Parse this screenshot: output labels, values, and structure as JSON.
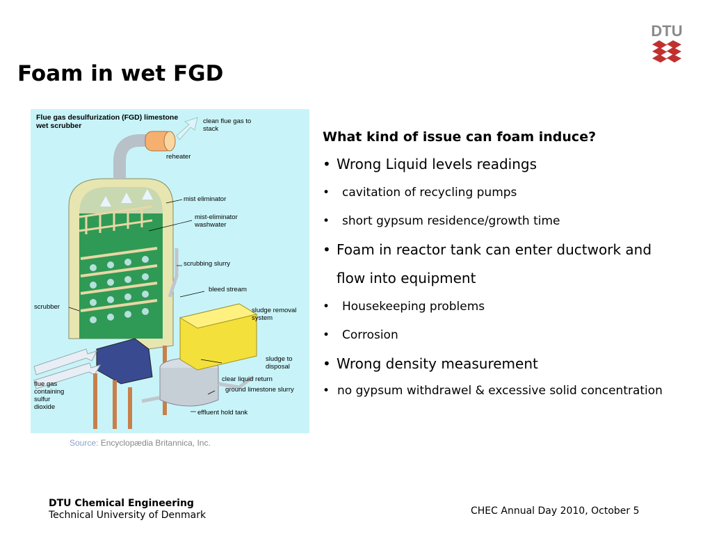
{
  "slide": {
    "title": "Foam in wet FGD",
    "question": "What kind of issue can foam induce?",
    "bullets": [
      {
        "level": 1,
        "text": "Wrong Liquid levels readings"
      },
      {
        "level": 2,
        "text": "cavitation of recycling pumps"
      },
      {
        "level": 2,
        "text": "short gypsum residence/growth time"
      },
      {
        "level": 1,
        "text": "Foam in reactor tank can enter ductwork and flow into equipment"
      },
      {
        "level": 2,
        "text": "Housekeeping problems"
      },
      {
        "level": 2,
        "text": "Corrosion"
      },
      {
        "level": 1,
        "text": "Wrong density measurement"
      },
      {
        "level": 2,
        "text": "no gypsum withdrawel & excessive solid concentration"
      }
    ]
  },
  "figure": {
    "title": "Flue gas desulfurization (FGD) limestone wet scrubber",
    "labels": {
      "clean_flue_gas": "clean flue gas to stack",
      "reheater": "reheater",
      "mist_eliminator": "mist eliminator",
      "mist_eliminator_washwater": "mist-eliminator washwater",
      "scrubbing_slurry": "scrubbing slurry",
      "bleed_stream": "bleed stream",
      "sludge_removal": "sludge removal system",
      "scrubber": "scrubber",
      "sludge_disposal": "sludge to disposal",
      "clear_liquid": "clear liquid return",
      "ground_limestone": "ground limestone slurry",
      "flue_gas_in": "flue gas containing sulfur dioxide",
      "effluent": "effluent hold tank"
    },
    "source_label": "Source:",
    "source_text": "Encyclopædia Britannica, Inc."
  },
  "logo": {
    "text": "DTU",
    "color": "#c0302f"
  },
  "footer": {
    "org_line1": "DTU Chemical Engineering",
    "org_line2": "Technical University of Denmark",
    "event": "CHEC Annual Day 2010, October 5"
  }
}
